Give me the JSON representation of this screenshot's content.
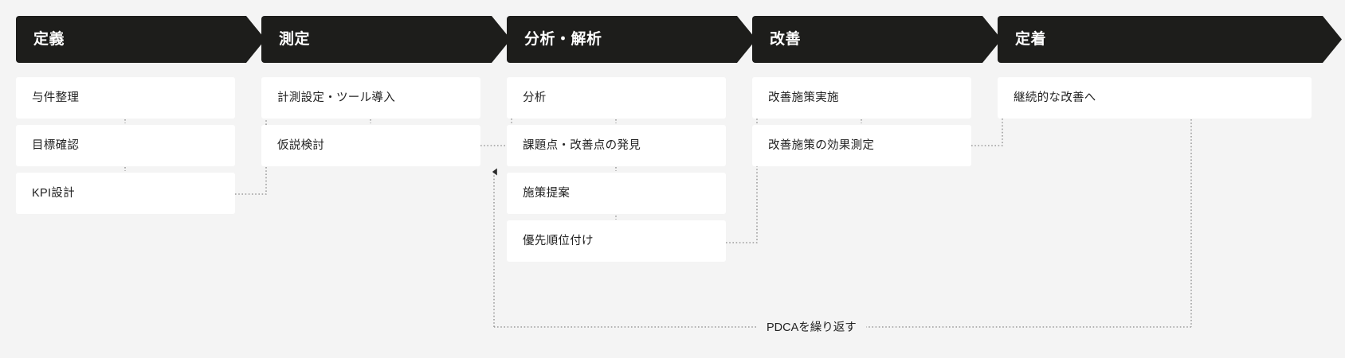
{
  "diagram": {
    "title_sequence": [
      "定義",
      "測定",
      "分析・解析",
      "改善",
      "定着"
    ],
    "background_color": "#f4f4f4",
    "header_color": "#1d1d1b",
    "box_color": "#ffffff",
    "connector_color": "#8a8a8a",
    "loop": {
      "label": "PDCAを繰り返す"
    },
    "stages": [
      {
        "title": "定義",
        "steps": [
          {
            "label": "与件整理"
          },
          {
            "label": "目標確認"
          },
          {
            "label": "KPI設計"
          }
        ]
      },
      {
        "title": "測定",
        "steps": [
          {
            "label": "計測設定・ツール導入"
          },
          {
            "label": "仮説検討"
          }
        ]
      },
      {
        "title": "分析・解析",
        "steps": [
          {
            "label": "分析"
          },
          {
            "label": "課題点・改善点の発見"
          },
          {
            "label": "施策提案"
          },
          {
            "label": "優先順位付け"
          }
        ]
      },
      {
        "title": "改善",
        "steps": [
          {
            "label": "改善施策実施"
          },
          {
            "label": "改善施策の効果測定"
          }
        ]
      },
      {
        "title": "定着",
        "steps": [
          {
            "label": "継続的な改善へ"
          }
        ]
      }
    ]
  }
}
